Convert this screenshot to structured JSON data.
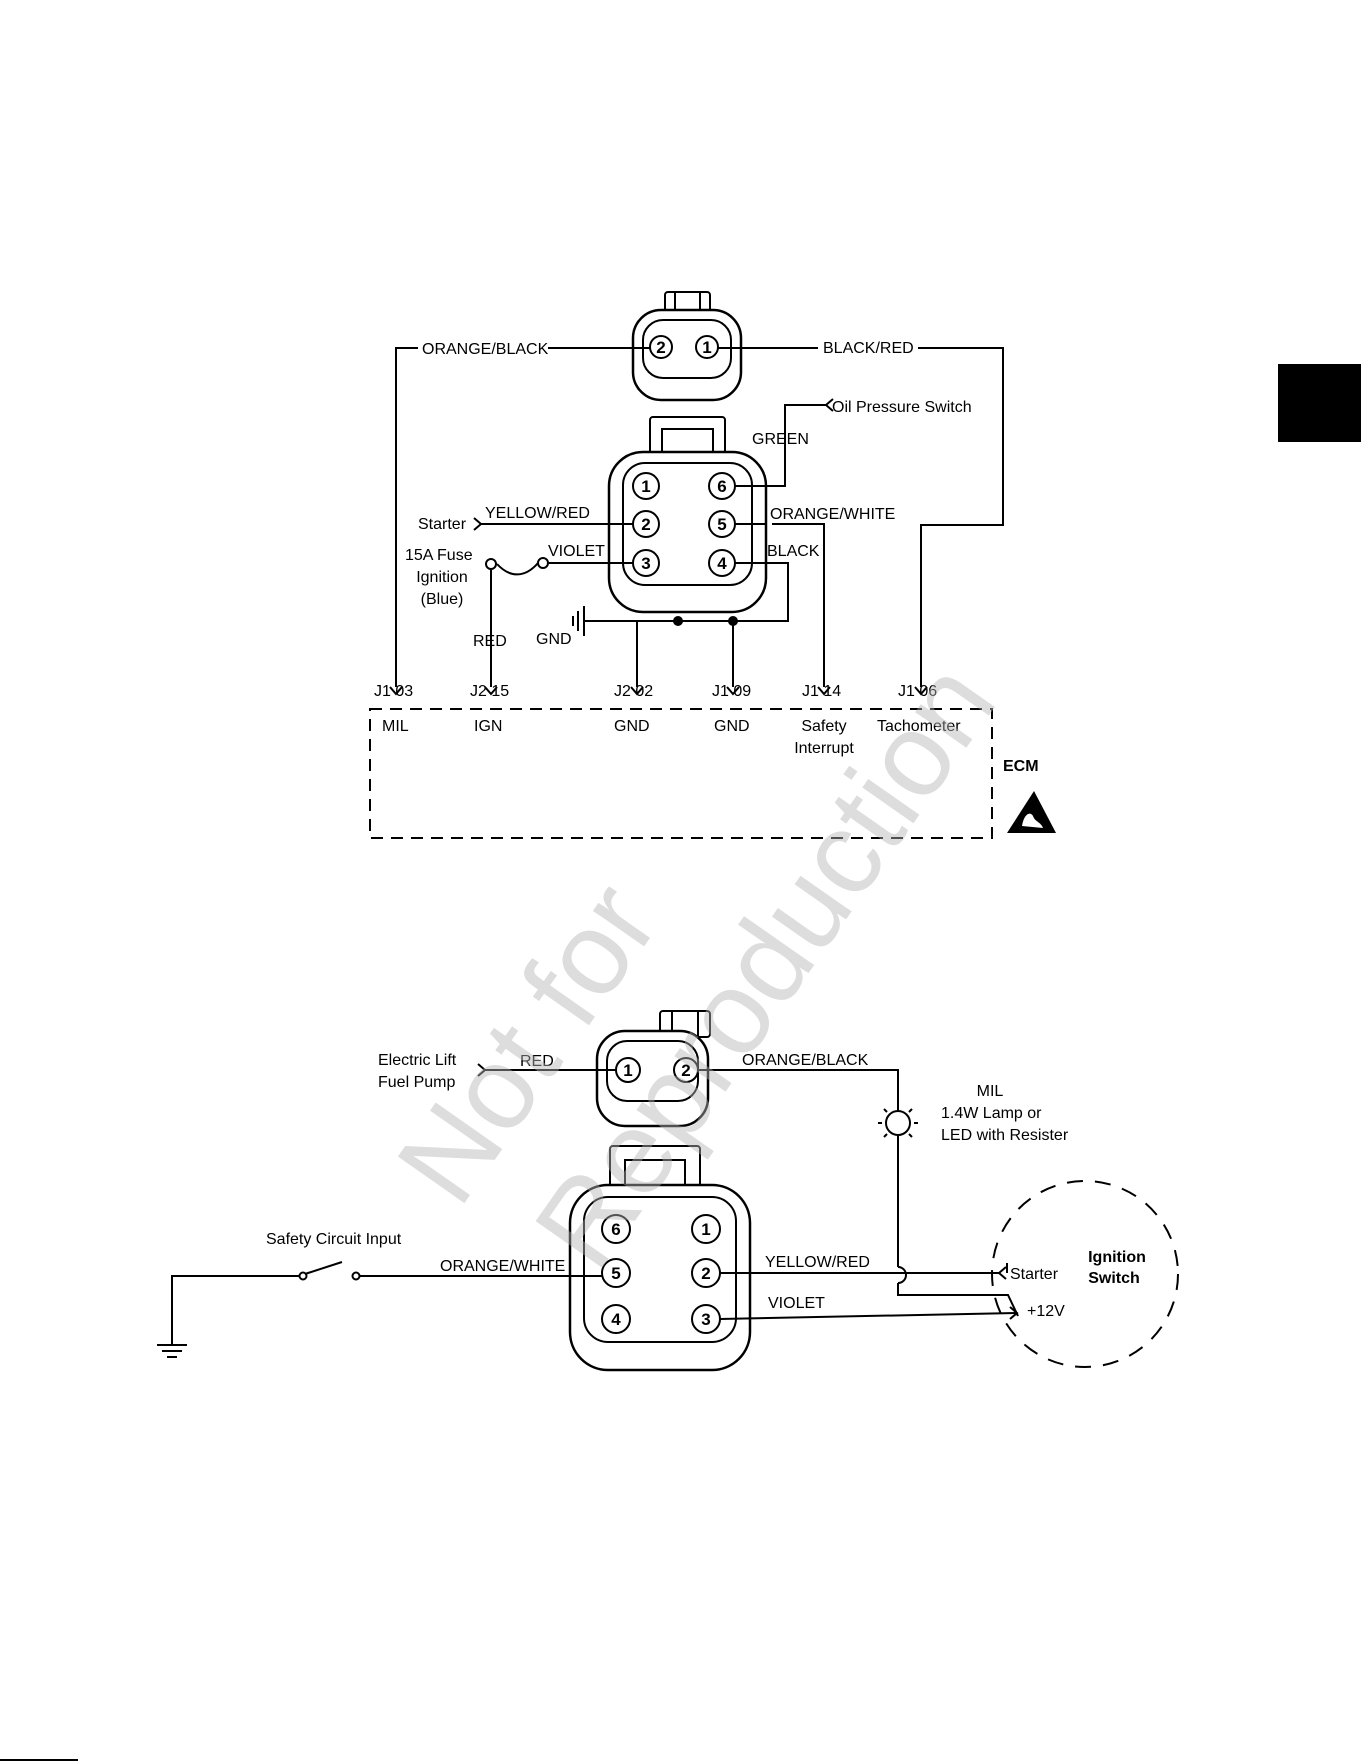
{
  "top_diagram": {
    "connector2": {
      "pins": [
        "2",
        "1"
      ]
    },
    "wires": {
      "orange_black": "ORANGE/BLACK",
      "black_red": "BLACK/RED",
      "green": "GREEN",
      "yellow_red": "YELLOW/RED",
      "violet": "VIOLET",
      "orange_white": "ORANGE/WHITE",
      "black": "BLACK",
      "red": "RED"
    },
    "oil_pressure_switch": "Oil Pressure Switch",
    "starter": "Starter",
    "fuse_lines": [
      "15A Fuse",
      "Ignition",
      "(Blue)"
    ],
    "gnd": "GND",
    "connector6_pins": [
      "1",
      "2",
      "3",
      "6",
      "5",
      "4"
    ],
    "ecm_terminals": [
      "J1 03",
      "J2 15",
      "J2 02",
      "J1 09",
      "J1 14",
      "J1 06"
    ],
    "ecm_labels": [
      "MIL",
      "IGN",
      "GND",
      "GND",
      "Safety",
      "Interrupt",
      "Tachometer"
    ],
    "ecm_title": "ECM"
  },
  "bottom_diagram": {
    "fuel_pump_lines": [
      "Electric Lift",
      "Fuel Pump"
    ],
    "wires": {
      "red": "RED",
      "orange_black": "ORANGE/BLACK",
      "orange_white": "ORANGE/WHITE",
      "yellow_red": "YELLOW/RED",
      "violet": "VIOLET"
    },
    "connector2_pins": [
      "1",
      "2"
    ],
    "mil_lines": [
      "MIL",
      "1.4W Lamp or",
      "LED with Resister"
    ],
    "safety_circuit_input": "Safety Circuit Input",
    "connector6_pins": [
      "6",
      "5",
      "4",
      "1",
      "2",
      "3"
    ],
    "ignition_switch": {
      "title_lines": [
        "Ignition",
        "Switch"
      ],
      "starter": "Starter",
      "plus12v": "+12V"
    }
  },
  "watermark": [
    "Not for",
    "Reproduction"
  ],
  "colors": {
    "ink": "#000000",
    "watermark": "#b3b3b3"
  }
}
